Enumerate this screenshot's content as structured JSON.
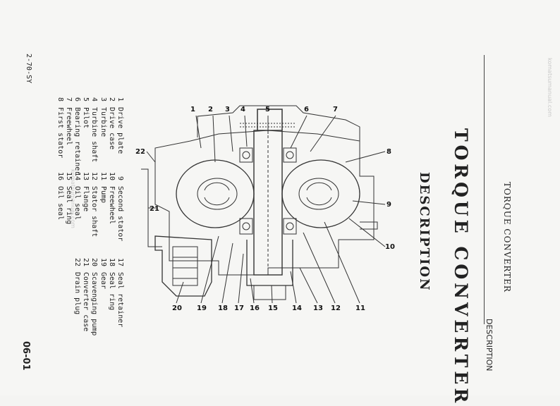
{
  "header": {
    "section": "TORQUE CONVERTER",
    "subsection": "DESCRIPTION"
  },
  "title": "TORQUE CONVERTER",
  "subtitle": "DESCRIPTION",
  "doc_code": "2-70-SY",
  "page_number": "06-01",
  "watermarks": {
    "top": "komatsumanual.com",
    "bottom": "komatsumanual.com"
  },
  "parts_legend": {
    "col1": [
      {
        "num": "1",
        "label": "Drive plate"
      },
      {
        "num": "2",
        "label": "Drive case"
      },
      {
        "num": "3",
        "label": "Turbine"
      },
      {
        "num": "4",
        "label": "Turbine shaft"
      },
      {
        "num": "5",
        "label": "Pilot"
      },
      {
        "num": "6",
        "label": "Bearing retainer"
      },
      {
        "num": "7",
        "label": "Freewheel"
      },
      {
        "num": "8",
        "label": "First stator"
      }
    ],
    "col2": [
      {
        "num": "9",
        "label": "Second stator"
      },
      {
        "num": "10",
        "label": "Freewheel"
      },
      {
        "num": "11",
        "label": "Pump"
      },
      {
        "num": "12",
        "label": "Stator shaft"
      },
      {
        "num": "13",
        "label": "Flange"
      },
      {
        "num": "14",
        "label": "Oil seal"
      },
      {
        "num": "15",
        "label": "Seal ring"
      },
      {
        "num": "16",
        "label": "Oil seal"
      }
    ],
    "col3": [
      {
        "num": "17",
        "label": "Seal retainer"
      },
      {
        "num": "18",
        "label": "Seal ring"
      },
      {
        "num": "19",
        "label": "Gear"
      },
      {
        "num": "20",
        "label": "Scavenging pump"
      },
      {
        "num": "21",
        "label": "Converter case"
      },
      {
        "num": "22",
        "label": "Drain plug"
      }
    ]
  },
  "callouts": {
    "c1": "1",
    "c2": "2",
    "c3": "3",
    "c4": "4",
    "c5": "5",
    "c6": "6",
    "c7": "7",
    "c8": "8",
    "c9": "9",
    "c10": "10",
    "c11": "11",
    "c12": "12",
    "c13": "13",
    "c14": "14",
    "c15": "15",
    "c16": "16",
    "c17": "17",
    "c18": "18",
    "c19": "19",
    "c20": "20",
    "c21": "21",
    "c22": "22"
  }
}
